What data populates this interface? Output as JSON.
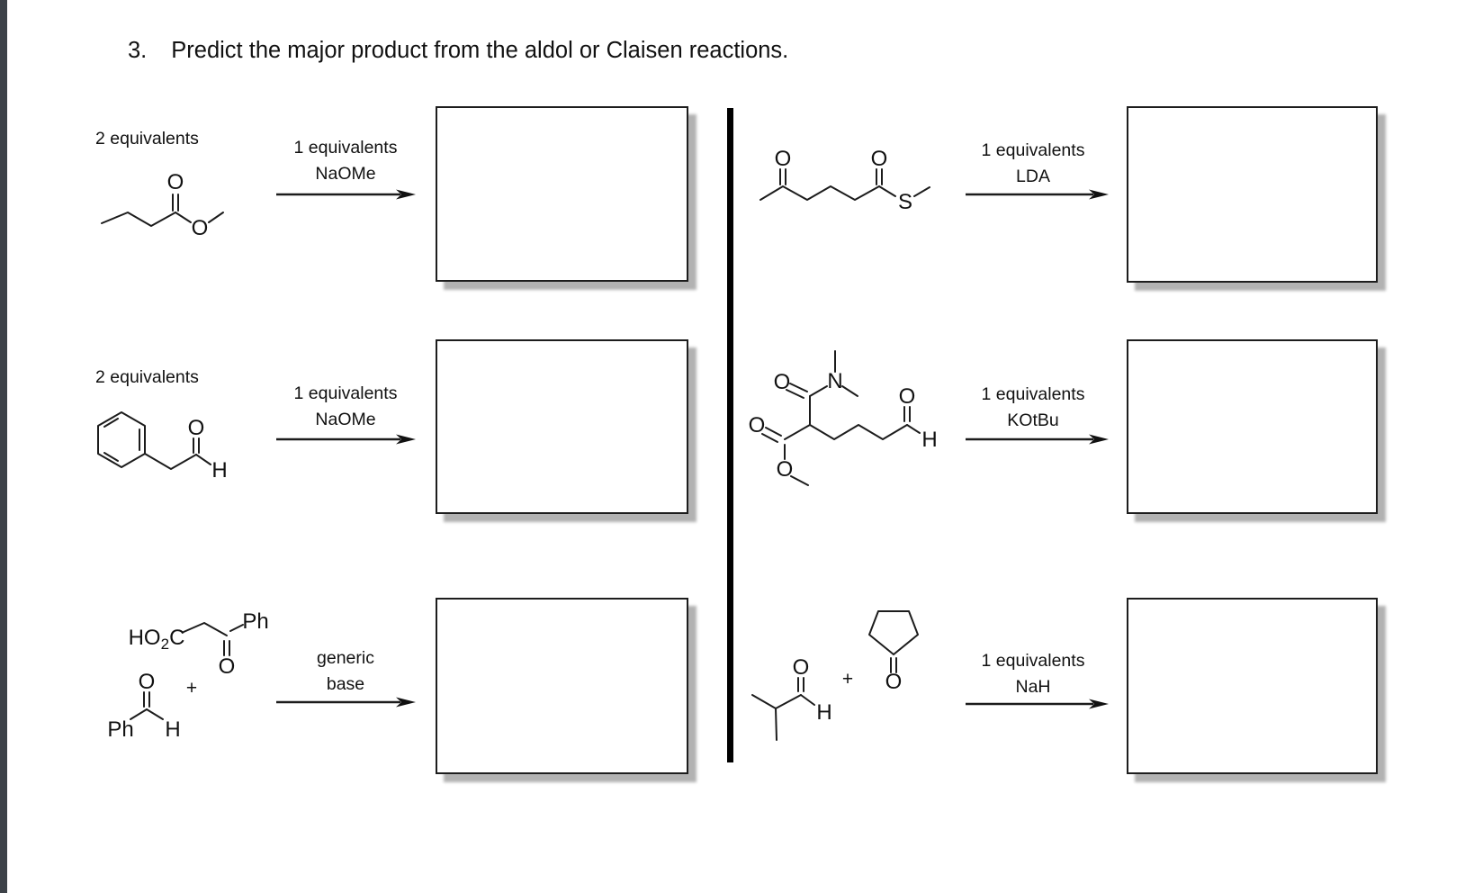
{
  "page": {
    "title_number": "3.",
    "title_text": "Predict the major product from the aldol or Claisen reactions."
  },
  "reactions": {
    "l1": {
      "equivalents": "2 equivalents",
      "reagent_line1": "1 equivalents",
      "reagent_line2": "NaOMe",
      "structure": "methyl-butanoate-skeletal",
      "atoms": {
        "carbonyl_o": "O",
        "ester_o": "O"
      }
    },
    "l2": {
      "equivalents": "2 equivalents",
      "reagent_line1": "1 equivalents",
      "reagent_line2": "NaOMe",
      "structure": "phenylacetaldehyde-skeletal",
      "atoms": {
        "carbonyl_o": "O",
        "aldehyde_h": "H"
      }
    },
    "l3": {
      "reagent_line1": "generic",
      "reagent_line2": "base",
      "plus": "+",
      "structure_a": "3-oxo-3-phenylpropanoic-acid-skeletal",
      "structure_b": "benzaldehyde-skeletal",
      "atoms": {
        "ho": "HO",
        "sub2": "2",
        "c": "C",
        "ph_a": "Ph",
        "keto_o": "O",
        "ald_o": "O",
        "ph_b": "Ph",
        "ald_h": "H"
      }
    },
    "r1": {
      "reagent_line1": "1 equivalents",
      "reagent_line2": "LDA",
      "structure": "s-methyl-5-oxohexanethioate-skeletal",
      "atoms": {
        "ketone_o": "O",
        "thioester_o": "O",
        "s": "S"
      }
    },
    "r2": {
      "reagent_line1": "1 equivalents",
      "reagent_line2": "KOtBu",
      "structure": "methyl-2-(dimethylcarbamoyl)-6-oxohexanoate-skeletal",
      "atoms": {
        "amide_o": "O",
        "n": "N",
        "ester_dbl_o": "O",
        "ester_o": "O",
        "ald_o": "O",
        "ald_h": "H"
      }
    },
    "r3": {
      "reagent_line1": "1 equivalents",
      "reagent_line2": "NaH",
      "plus": "+",
      "structure_a": "isobutyraldehyde-skeletal",
      "structure_b": "cyclopentanone-skeletal",
      "atoms": {
        "ald_o": "O",
        "ald_h": "H",
        "ketone_o": "O"
      }
    }
  }
}
